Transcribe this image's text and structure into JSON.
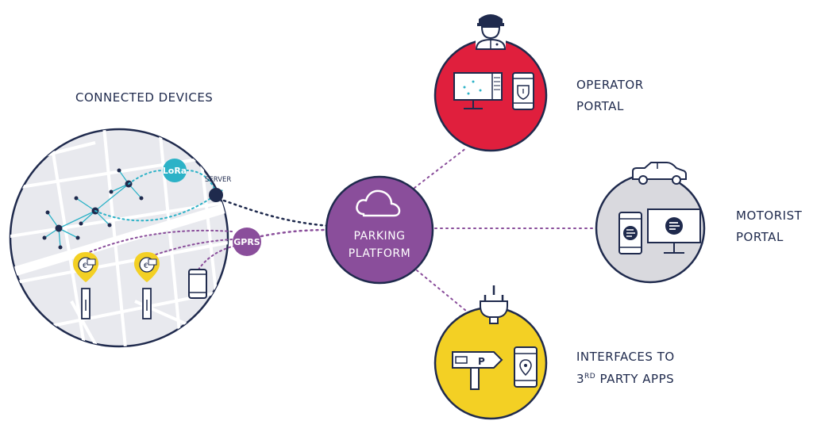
{
  "colors": {
    "navy": "#1f2a4d",
    "purple": "#8a4e9b",
    "red": "#e01f3d",
    "grey": "#d9d9de",
    "yellow": "#f3d024",
    "teal": "#2cb2c7",
    "map_bg": "#e8e9ee"
  },
  "devices": {
    "title": "CONNECTED DEVICES",
    "server_label": "SERVER",
    "lora_label": "LoRa",
    "gprs_label": "GPRS",
    "icons": [
      "sensor-network-icon",
      "parking-meter-icon",
      "parking-meter-icon",
      "mobile-phone-icon"
    ]
  },
  "hub": {
    "line1": "PARKING",
    "line2": "PLATFORM",
    "icon": "cloud-icon"
  },
  "operator": {
    "line1": "OPERATOR",
    "line2": "PORTAL",
    "icon": "officer-icon"
  },
  "motorist": {
    "line1": "MOTORIST",
    "line2": "PORTAL",
    "icon": "car-icon"
  },
  "interfaces": {
    "line1": "INTERFACES TO",
    "line2_prefix": "3",
    "line2_sup": "RD",
    "line2_suffix": " PARTY APPS",
    "icon": "plug-icon"
  }
}
